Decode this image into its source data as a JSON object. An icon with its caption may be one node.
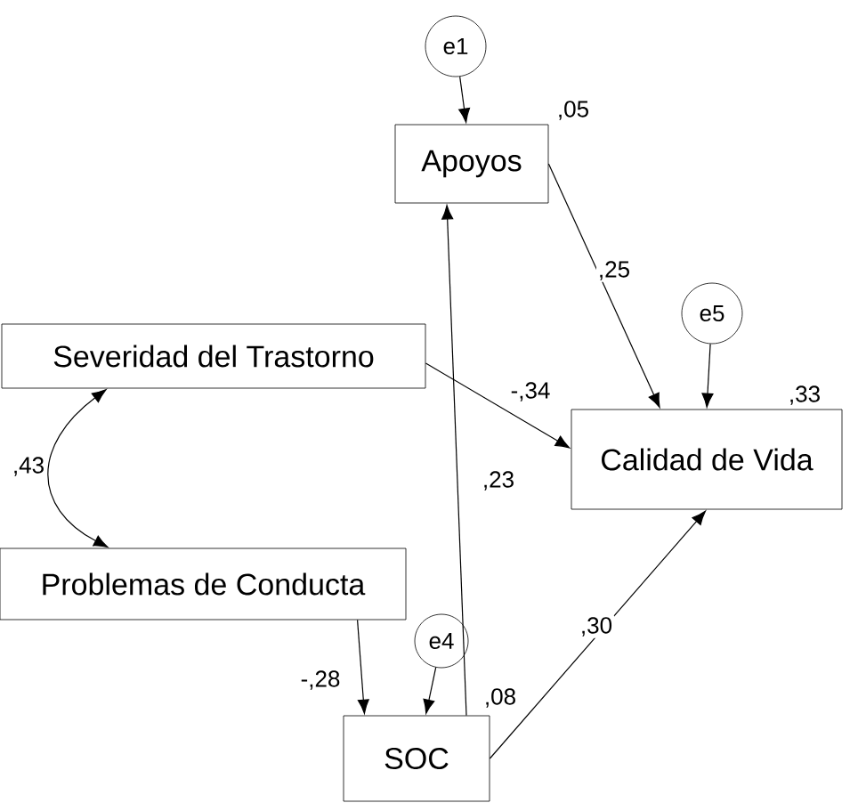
{
  "diagram": {
    "nodes": [
      {
        "text": [
          "e1"
        ]
      },
      {
        "text": [
          "Apoyos"
        ],
        "beside": [
          ",05"
        ]
      },
      {
        "text": [
          "e5"
        ]
      },
      {
        "text": [
          "Severidad del Trastorno"
        ]
      },
      {
        "text": [
          "Calidad de Vida"
        ],
        "beside": [
          ",33"
        ]
      },
      {
        "text": [
          "Problemas de Conducta"
        ]
      },
      {
        "text": [
          "e4"
        ]
      },
      {
        "text": [
          "SOC"
        ],
        "beside": [
          ",08"
        ]
      }
    ],
    "edges": [
      {
        "from": 0,
        "to": 1,
        "arrow": "to"
      },
      {
        "from": 1,
        "to": 4,
        "arrow": "to",
        "label": ",25"
      },
      {
        "from": 2,
        "to": 4,
        "arrow": "to"
      },
      {
        "from": 3,
        "to": 4,
        "arrow": "to",
        "label": "-,34"
      },
      {
        "from": 3,
        "to": 5,
        "arrow": "both",
        "label": ",43"
      },
      {
        "from": 7,
        "to": 1,
        "arrow": "to",
        "label": ",23"
      },
      {
        "from": 5,
        "to": 7,
        "arrow": "to",
        "label": "-,28"
      },
      {
        "from": 6,
        "to": 7,
        "arrow": "to"
      },
      {
        "from": 7,
        "to": 4,
        "arrow": "to",
        "label": ",30"
      }
    ]
  }
}
